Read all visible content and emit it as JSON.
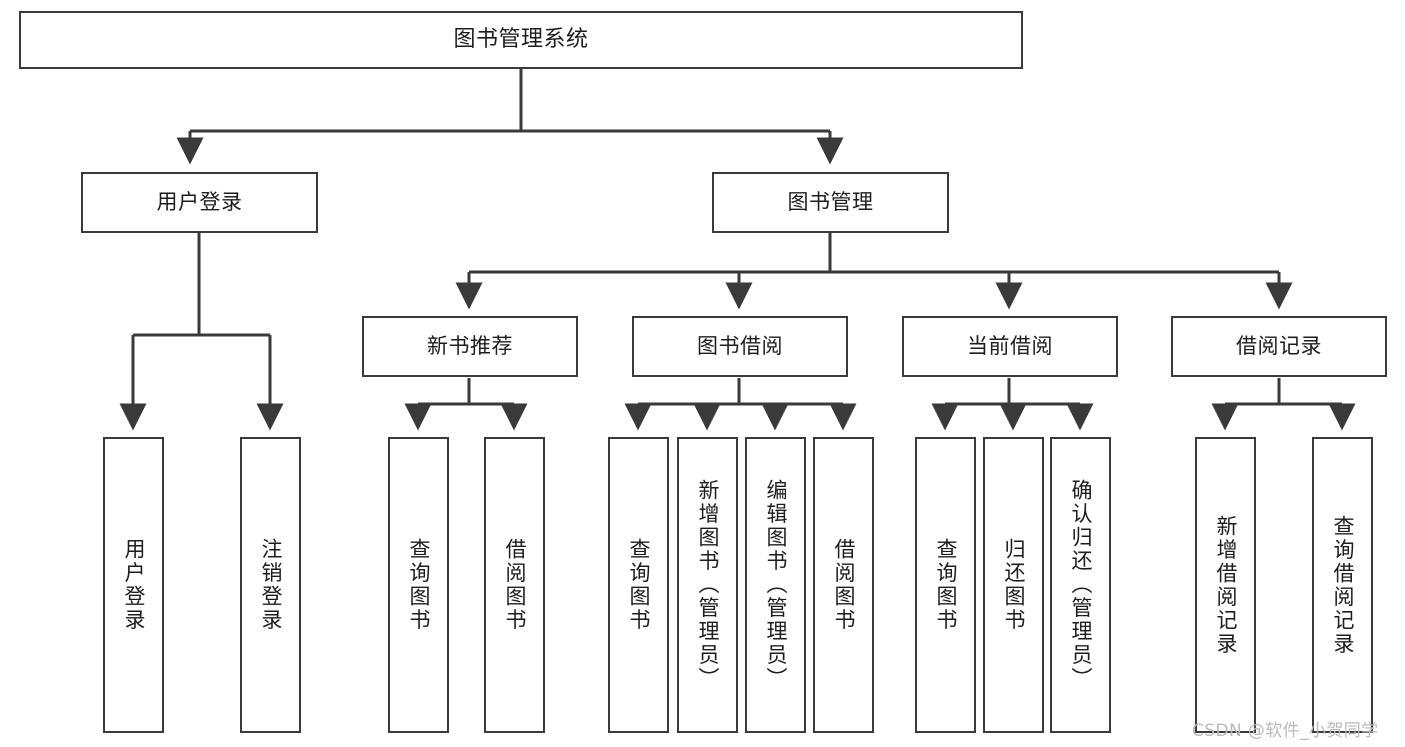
{
  "diagram": {
    "title": "图书管理系统",
    "type": "hierarchy-tree",
    "root": {
      "id": "root",
      "label": "图书管理系统"
    },
    "level2": [
      {
        "id": "user-login",
        "label": "用户登录"
      },
      {
        "id": "book-manage",
        "label": "图书管理"
      }
    ],
    "level3": [
      {
        "id": "new-book-recommend",
        "label": "新书推荐",
        "parent": "book-manage"
      },
      {
        "id": "book-borrow",
        "label": "图书借阅",
        "parent": "book-manage"
      },
      {
        "id": "current-borrow",
        "label": "当前借阅",
        "parent": "book-manage"
      },
      {
        "id": "borrow-record",
        "label": "借阅记录",
        "parent": "book-manage"
      }
    ],
    "leaves": {
      "user_login": [
        {
          "id": "leaf-user-login",
          "label": "用户登录"
        },
        {
          "id": "leaf-logout",
          "label": "注销登录"
        }
      ],
      "new_book_recommend": [
        {
          "id": "leaf-query-book-1",
          "label": "查询图书"
        },
        {
          "id": "leaf-borrow-book-1",
          "label": "借阅图书"
        }
      ],
      "book_borrow": [
        {
          "id": "leaf-query-book-2",
          "label": "查询图书"
        },
        {
          "id": "leaf-add-book",
          "label": "新增图书（管理员）"
        },
        {
          "id": "leaf-edit-book",
          "label": "编辑图书（管理员）"
        },
        {
          "id": "leaf-borrow-book-2",
          "label": "借阅图书"
        }
      ],
      "current_borrow": [
        {
          "id": "leaf-query-book-3",
          "label": "查询图书"
        },
        {
          "id": "leaf-return-book",
          "label": "归还图书"
        },
        {
          "id": "leaf-confirm-return",
          "label": "确认归还（管理员）"
        }
      ],
      "borrow_record": [
        {
          "id": "leaf-add-record",
          "label": "新增借阅记录"
        },
        {
          "id": "leaf-query-record",
          "label": "查询借阅记录"
        }
      ]
    }
  },
  "watermark": {
    "text": "CSDN @软件_小贺同学"
  },
  "colors": {
    "stroke": "#3a3a3a",
    "background": "#ffffff",
    "text": "#1d1d1d",
    "watermark": "#b9b9b9"
  }
}
